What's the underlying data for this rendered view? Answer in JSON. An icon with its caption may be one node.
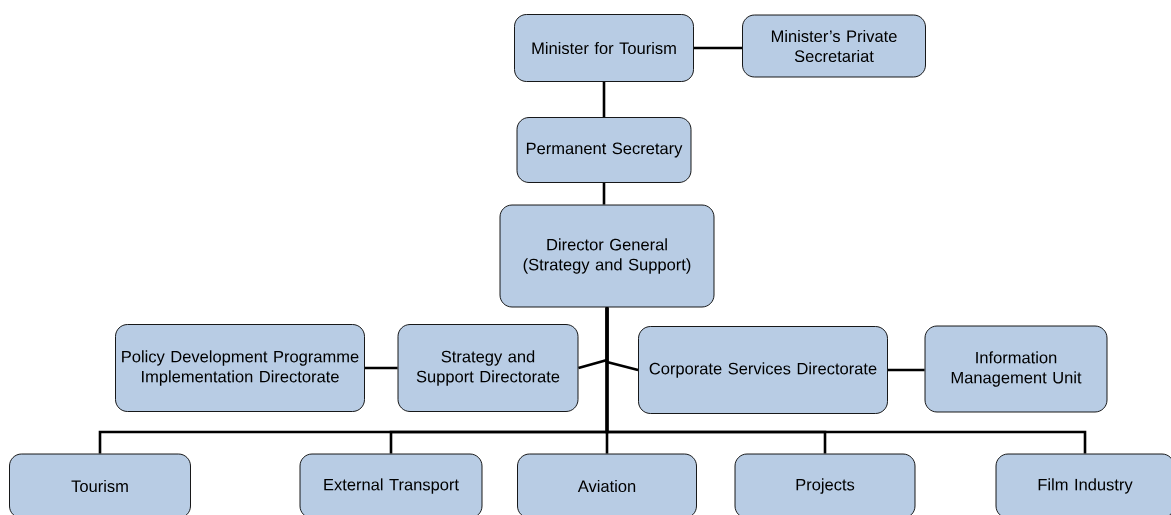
{
  "diagram": {
    "nodes": [
      {
        "text": [
          "Minister for Tourism"
        ]
      },
      {
        "text": [
          "Minister’s Private Secretariat"
        ]
      },
      {
        "text": [
          "Permanent Secretary"
        ]
      },
      {
        "text": [
          "Director General (Strategy and Support)"
        ]
      },
      {
        "text": [
          "Policy Development Programme Implementation Directorate"
        ]
      },
      {
        "text": [
          "Strategy and Support Directorate"
        ]
      },
      {
        "text": [
          "Corporate Services Directorate"
        ]
      },
      {
        "text": [
          "Information Management Unit"
        ]
      },
      {
        "text": [
          "Tourism"
        ]
      },
      {
        "text": [
          "External Transport"
        ]
      },
      {
        "text": [
          "Aviation"
        ]
      },
      {
        "text": [
          "Projects"
        ]
      },
      {
        "text": [
          "Film Industry"
        ]
      }
    ],
    "edges": [
      {
        "from": 0,
        "to": 1,
        "arrow": "none"
      },
      {
        "from": 0,
        "to": 2,
        "arrow": "none"
      },
      {
        "from": 2,
        "to": 3,
        "arrow": "none"
      },
      {
        "from": 3,
        "to": 5,
        "arrow": "none"
      },
      {
        "from": 3,
        "to": 6,
        "arrow": "none"
      },
      {
        "from": 5,
        "to": 4,
        "arrow": "none"
      },
      {
        "from": 6,
        "to": 7,
        "arrow": "none"
      },
      {
        "from": 3,
        "to": 8,
        "arrow": "none"
      },
      {
        "from": 3,
        "to": 9,
        "arrow": "none"
      },
      {
        "from": 3,
        "to": 10,
        "arrow": "none"
      },
      {
        "from": 3,
        "to": 11,
        "arrow": "none"
      },
      {
        "from": 3,
        "to": 12,
        "arrow": "none"
      }
    ]
  }
}
